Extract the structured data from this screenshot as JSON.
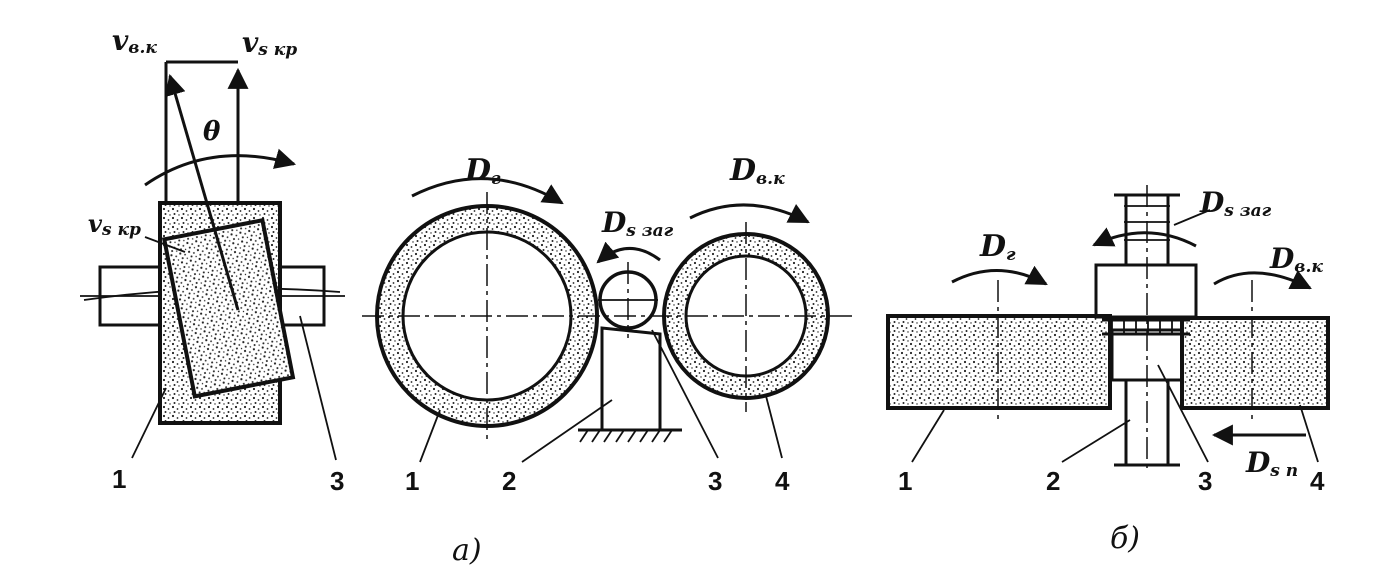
{
  "figure_a": {
    "caption": "а)",
    "left_view": {
      "v_wheel": "v",
      "v_wheel_sub": "в.к",
      "v_axial_top": "v",
      "v_axial_top_sub": "s кр",
      "theta": "θ",
      "v_axial_side": "v",
      "v_axial_side_sub": "s кр",
      "label_1": "1",
      "label_3": "3"
    },
    "front_view": {
      "D_grind": "D",
      "D_grind_sub": "г",
      "D_work": "D",
      "D_work_sub": "s заг",
      "D_drive": "D",
      "D_drive_sub": "в.к",
      "label_1": "1",
      "label_2": "2",
      "label_3": "3",
      "label_4": "4"
    }
  },
  "figure_b": {
    "caption": "б)",
    "D_grind": "D",
    "D_grind_sub": "г",
    "D_work": "D",
    "D_work_sub": "s заг",
    "D_drive": "D",
    "D_drive_sub": "в.к",
    "D_feed": "D",
    "D_feed_sub": "s п",
    "label_1": "1",
    "label_2": "2",
    "label_3": "3",
    "label_4": "4"
  }
}
